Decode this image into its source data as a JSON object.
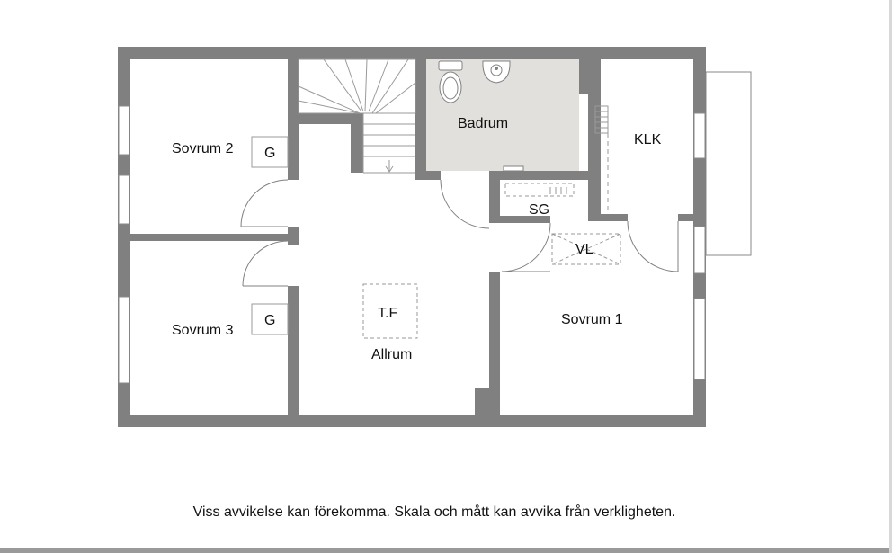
{
  "rooms": {
    "sovrum2": "Sovrum 2",
    "sovrum3": "Sovrum 3",
    "sovrum1": "Sovrum 1",
    "badrum": "Badrum",
    "klk": "KLK",
    "allrum": "Allrum",
    "sg": "SG",
    "vl": "VL",
    "tf": "T.F"
  },
  "marks": {
    "g_sovrum2": "G",
    "g_sovrum3": "G"
  },
  "colors": {
    "wall": "#808080",
    "bathroom_floor": "#e2e0dc"
  },
  "disclaimer": "Viss avvikelse kan förekomma. Skala och mått kan avvika från verkligheten."
}
